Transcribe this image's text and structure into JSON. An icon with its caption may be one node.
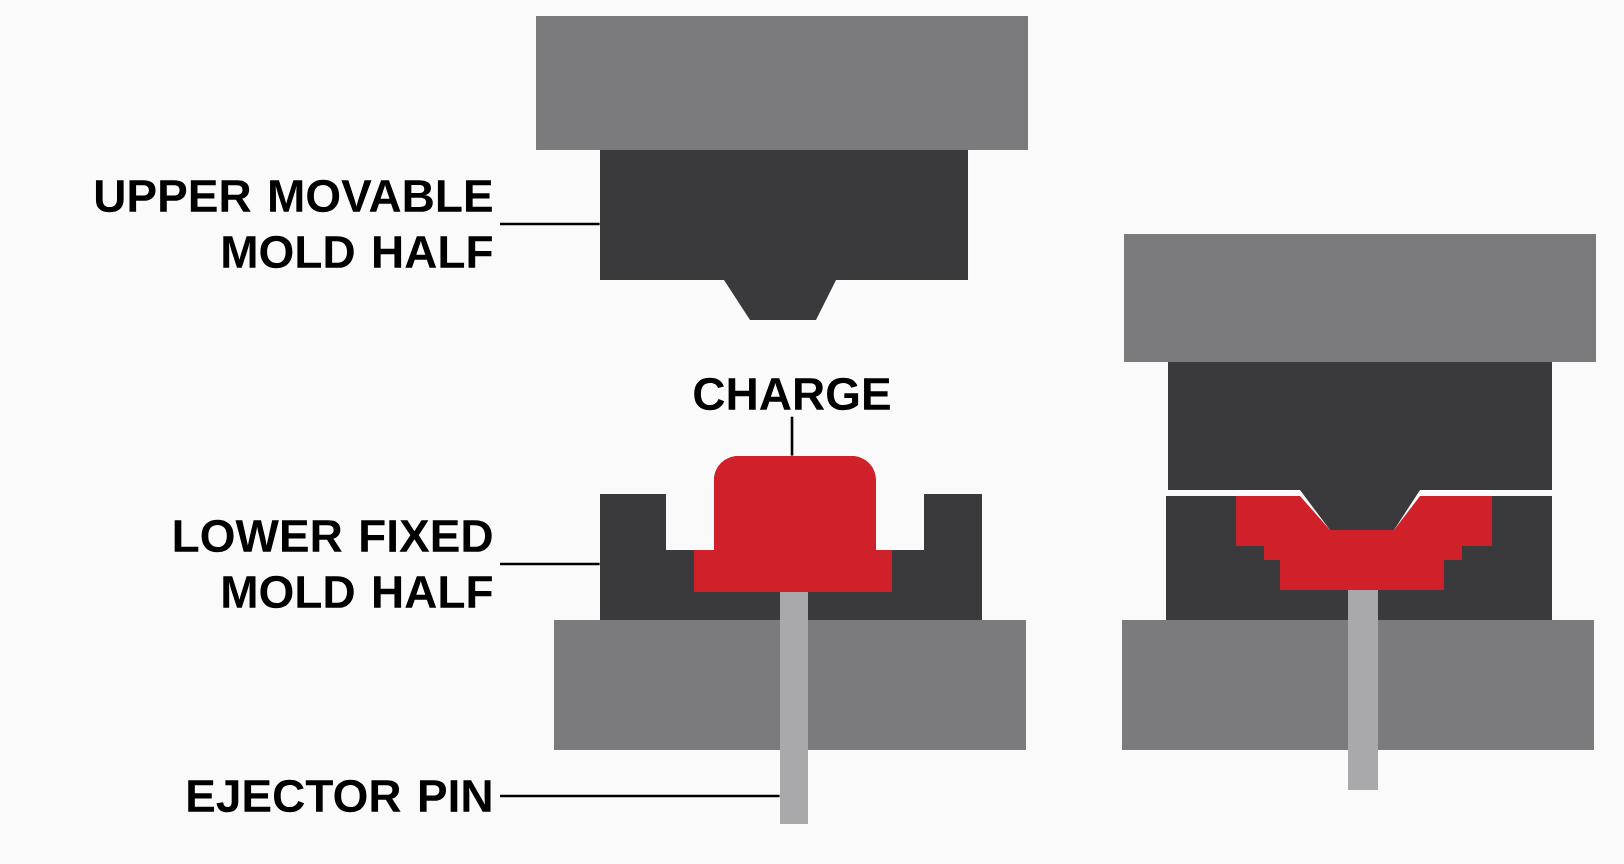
{
  "diagram": {
    "nodes": [
      {
        "text": [
          "UPPER MOVABLE MOLD HALF"
        ]
      },
      {
        "text": [],
        "shape": "box"
      },
      {
        "text": [
          "CHARGE"
        ]
      },
      {
        "text": [],
        "shape": "box"
      },
      {
        "text": [
          "LOWER FIXED MOLD HALF"
        ]
      },
      {
        "text": [],
        "shape": "box"
      },
      {
        "text": [
          "EJECTOR PIN"
        ]
      },
      {
        "text": [],
        "shape": "bar"
      }
    ],
    "edges": [
      {
        "from": 0,
        "to": 1,
        "arrow": "none"
      },
      {
        "from": 2,
        "to": 3,
        "arrow": "none"
      },
      {
        "from": 4,
        "to": 5,
        "arrow": "none"
      },
      {
        "from": 6,
        "to": 7,
        "arrow": "none"
      }
    ]
  }
}
